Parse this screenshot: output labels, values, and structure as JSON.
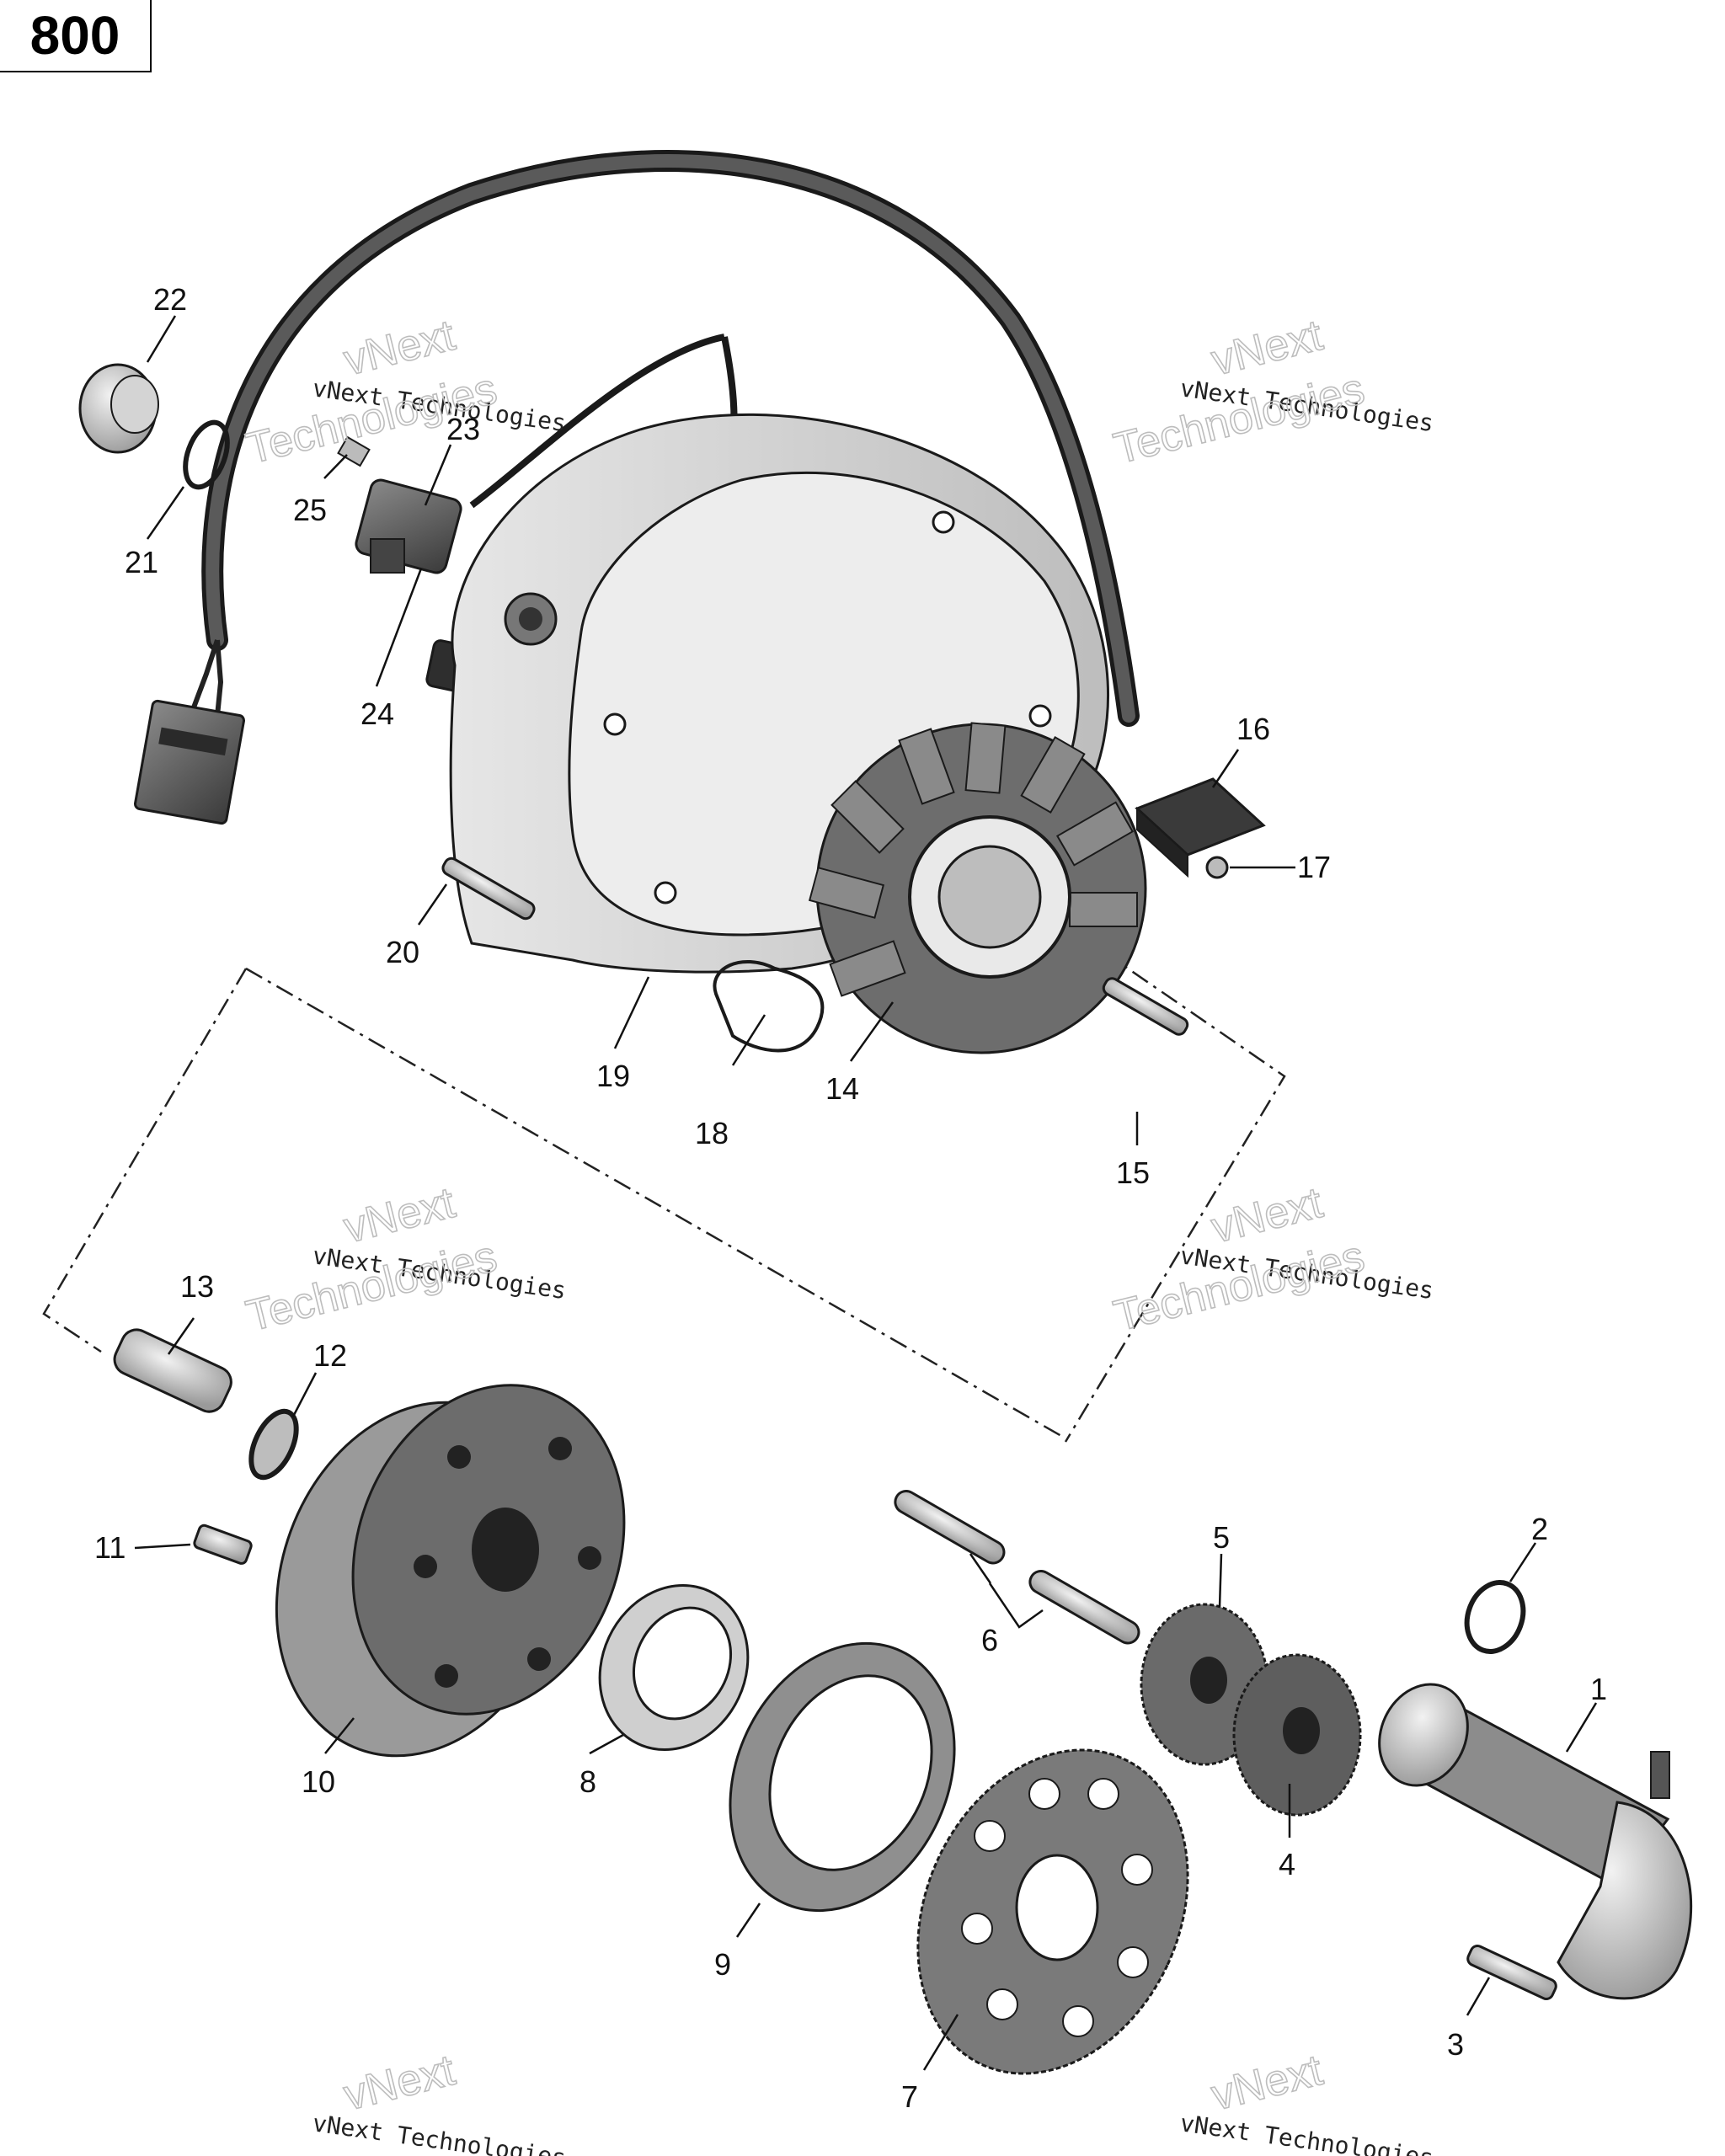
{
  "page_badge": "800",
  "watermark": {
    "line1": "vNext Technologies",
    "line2": "vNext",
    "line3": "Technologies"
  },
  "callouts": [
    "1",
    "2",
    "3",
    "4",
    "5",
    "6",
    "7",
    "8",
    "9",
    "10",
    "11",
    "12",
    "13",
    "14",
    "15",
    "16",
    "17",
    "18",
    "19",
    "20",
    "21",
    "22",
    "23",
    "24",
    "25"
  ],
  "colors": {
    "line": "#1a1a1a",
    "metal": "#c9c9c9",
    "dark": "#555555",
    "watermark": "#bdbdbd"
  }
}
